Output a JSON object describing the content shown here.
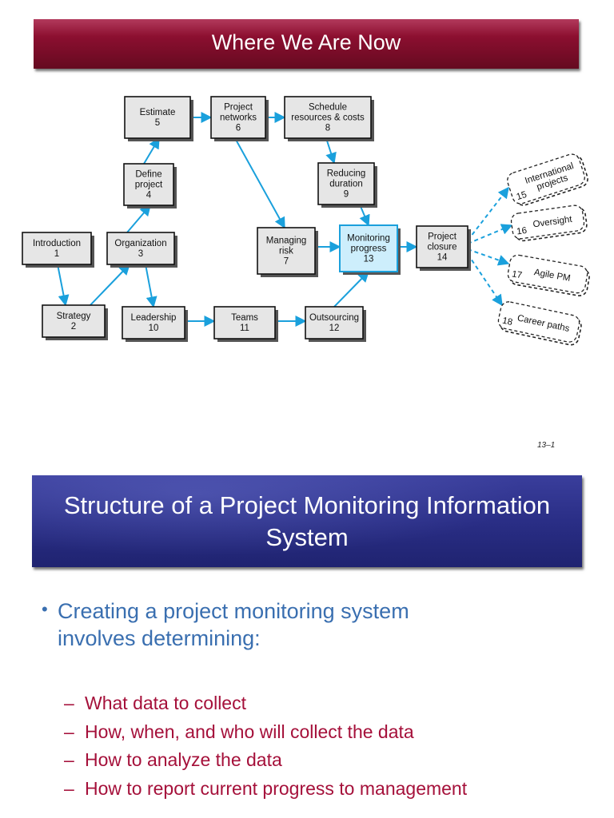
{
  "slide1": {
    "title": "Where We Are Now",
    "slide_number": "13–1",
    "nodes": [
      {
        "id": "introduction",
        "lines": [
          "Introduction",
          "1"
        ],
        "style": "normal"
      },
      {
        "id": "strategy",
        "lines": [
          "Strategy",
          "2"
        ],
        "style": "normal"
      },
      {
        "id": "organization",
        "lines": [
          "Organization",
          "3"
        ],
        "style": "normal"
      },
      {
        "id": "define-project",
        "lines": [
          "Define",
          "project",
          "4"
        ],
        "style": "normal"
      },
      {
        "id": "estimate",
        "lines": [
          "Estimate",
          "5"
        ],
        "style": "normal"
      },
      {
        "id": "project-networks",
        "lines": [
          "Project",
          "networks",
          "6"
        ],
        "style": "normal"
      },
      {
        "id": "schedule-resources",
        "lines": [
          "Schedule",
          "resources & costs",
          "8"
        ],
        "style": "normal"
      },
      {
        "id": "reducing-duration",
        "lines": [
          "Reducing",
          "duration",
          "9"
        ],
        "style": "normal"
      },
      {
        "id": "managing-risk",
        "lines": [
          "Managing",
          "risk",
          "7"
        ],
        "style": "normal"
      },
      {
        "id": "monitoring-progress",
        "lines": [
          "Monitoring",
          "progress",
          "13"
        ],
        "style": "highlight"
      },
      {
        "id": "project-closure",
        "lines": [
          "Project",
          "closure",
          "14"
        ],
        "style": "normal"
      },
      {
        "id": "leadership",
        "lines": [
          "Leadership",
          "10"
        ],
        "style": "normal"
      },
      {
        "id": "teams",
        "lines": [
          "Teams",
          "11"
        ],
        "style": "normal"
      },
      {
        "id": "outsourcing",
        "lines": [
          "Outsourcing",
          "12"
        ],
        "style": "normal"
      }
    ],
    "ovals": [
      {
        "id": "international-projects",
        "number": "15",
        "lines": [
          "International",
          "projects"
        ]
      },
      {
        "id": "oversight",
        "number": "16",
        "lines": [
          "Oversight"
        ]
      },
      {
        "id": "agile-pm",
        "number": "17",
        "lines": [
          "Agile PM"
        ]
      },
      {
        "id": "career-paths",
        "number": "18",
        "lines": [
          "Career paths"
        ]
      }
    ],
    "colors": {
      "arrow": "#1aa0dc",
      "highlight_fill": "#cdeefc",
      "node_fill": "#e6e6e6",
      "title_banner": "#8c0f30"
    }
  },
  "slide2": {
    "title": "Structure of a Project Monitoring Information System",
    "bullet": "Creating a project monitoring system involves determining:",
    "subitems": [
      "What data to collect",
      "How, when, and who will collect the data",
      "How to analyze the data",
      "How to report current progress to management"
    ],
    "colors": {
      "title_banner": "#2a2e86",
      "bullet_text": "#3a6fb0",
      "subitem_text": "#a5103a"
    }
  }
}
